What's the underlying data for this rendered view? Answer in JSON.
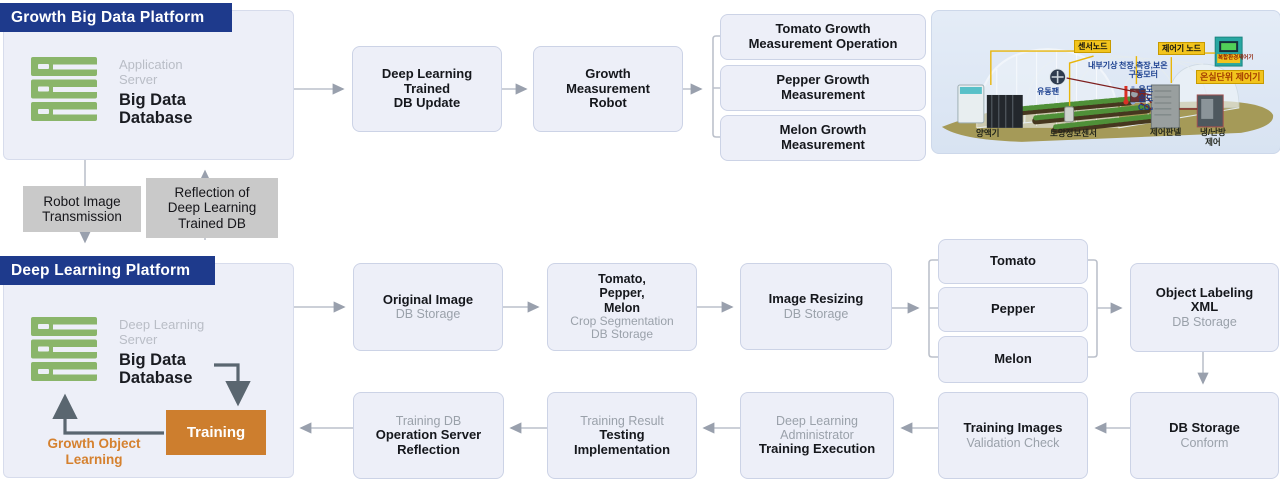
{
  "colors": {
    "navy": "#1e3a8c",
    "box_fill": "#edeff8",
    "box_border": "#ccd3e6",
    "gray_label_bg": "#c9c9c9",
    "server_icon_green": "#8ab56a",
    "orange": "#cd7e2e",
    "arrow_gray": "#9aa1ae",
    "arrow_dark": "#5a6670"
  },
  "big_data_platform": {
    "title": "Growth Big Data Platform",
    "server_title": "Application\nServer",
    "server_name": "Big Data\nDatabase"
  },
  "top_flow": {
    "db_update": "Deep Learning\nTrained\nDB Update",
    "robot": "Growth\nMeasurement\nRobot",
    "tomato_op": "Tomato Growth\nMeasurement Operation",
    "pepper_m": "Pepper Growth\nMeasurement",
    "melon_m": "Melon Growth\nMeasurement"
  },
  "middle": {
    "robot_transmission": "Robot Image\nTransmission",
    "reflection": "Reflection of\nDeep Learning\nTrained DB"
  },
  "deep_learning_platform": {
    "title": "Deep Learning Platform",
    "server_title": "Deep Learning\nServer",
    "server_name": "Big Data\nDatabase",
    "training": "Training",
    "growth_object_learning": "Growth Object\nLearning"
  },
  "bottom_flow": {
    "original_image": {
      "bold": "Original Image",
      "sub": "DB Storage"
    },
    "crop_segmentation": {
      "bold": "Tomato,\nPepper,\nMelon",
      "sub": "Crop Segmentation\nDB Storage"
    },
    "image_resizing": {
      "bold": "Image Resizing",
      "sub": "DB Storage"
    },
    "tomato": "Tomato",
    "pepper": "Pepper",
    "melon": "Melon",
    "object_labeling": {
      "bold": "Object Labeling\nXML",
      "sub": "DB Storage"
    },
    "db_conform": {
      "bold": "DB Storage",
      "sub": "Conform"
    },
    "validation": {
      "bold": "Training Images",
      "sub": "Validation Check"
    },
    "training_execution": {
      "sub": "Deep Learning\nAdministrator",
      "bold": "Training Execution"
    },
    "testing": {
      "sub": "Training Result",
      "bold": "Testing\nImplementation"
    },
    "operation_reflection": {
      "sub": "Training DB",
      "bold": "Operation Server\nReflection"
    }
  },
  "greenhouse": {
    "sensor_node": "센서노드",
    "controller_node": "제어기 노드",
    "indoor_weather": "내부기상",
    "motor": "천장,측장,보온\n구동모터",
    "env_values": "온도\n습도\nCO₂",
    "fan": "유동팬",
    "unit_controller": "온실단위 제어기",
    "complex_controller": "복합환경제어기",
    "nutrient": "양액기",
    "soil_sensor": "토양정보센서",
    "control_panel": "제어판넬",
    "hvac": "냉/난방\n제어"
  }
}
